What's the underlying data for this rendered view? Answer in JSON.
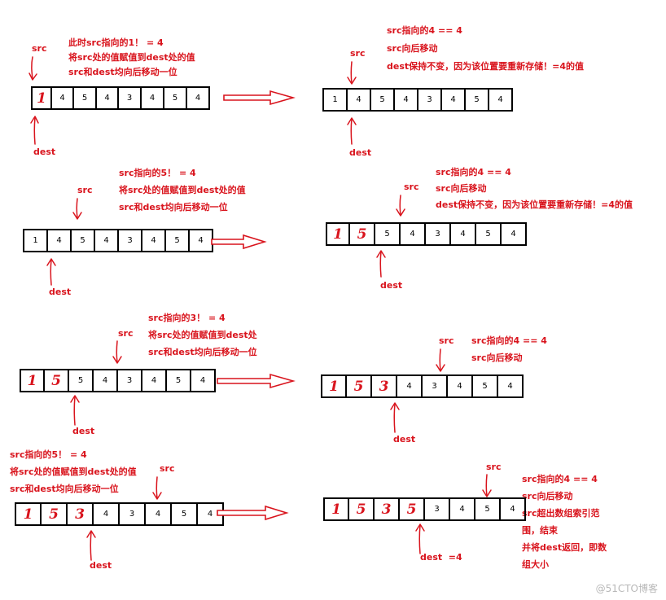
{
  "steps": [
    {
      "src_label": "src",
      "dest_label": "dest",
      "note_lines": [
        "此时src指向的1！ = 4",
        "将src处的值赋值到dest处的值",
        "src和dest均向后移动一位"
      ],
      "cells": [
        "1",
        "4",
        "5",
        "4",
        "3",
        "4",
        "5",
        "4"
      ]
    },
    {
      "src_label": "src",
      "dest_label": "dest",
      "note_lines": [
        "src指向的4 == 4",
        "src向后移动",
        "dest保持不变，因为该位置要重新存储！=4的值"
      ],
      "cells": [
        "1",
        "4",
        "5",
        "4",
        "3",
        "4",
        "5",
        "4"
      ]
    },
    {
      "src_label": "src",
      "dest_label": "dest",
      "note_lines": [
        "src指向的5！ = 4",
        "将src处的值赋值到dest处的值",
        "src和dest均向后移动一位"
      ],
      "cells": [
        "1",
        "4",
        "5",
        "4",
        "3",
        "4",
        "5",
        "4"
      ]
    },
    {
      "src_label": "src",
      "dest_label": "dest",
      "note_lines": [
        "src指向的4 == 4",
        "src向后移动",
        "dest保持不变，因为该位置要重新存储！=4的值"
      ],
      "cells": [
        "1",
        "5",
        "5",
        "4",
        "3",
        "4",
        "5",
        "4"
      ]
    },
    {
      "src_label": "src",
      "dest_label": "dest",
      "note_lines": [
        "src指向的3！ = 4",
        "将src处的值赋值到dest处",
        "src和dest均向后移动一位"
      ],
      "cells": [
        "1",
        "5",
        "5",
        "4",
        "3",
        "4",
        "5",
        "4"
      ]
    },
    {
      "src_label": "src",
      "dest_label": "dest",
      "note_lines": [
        "src指向的4 == 4",
        "src向后移动"
      ],
      "cells": [
        "1",
        "5",
        "3",
        "4",
        "3",
        "4",
        "5",
        "4"
      ]
    },
    {
      "src_label": "src",
      "dest_label": "dest",
      "note_lines": [
        "src指向的5！ = 4",
        "将src处的值赋值到dest处的值",
        "src和dest均向后移动一位"
      ],
      "cells": [
        "1",
        "5",
        "3",
        "4",
        "3",
        "4",
        "5",
        "4"
      ]
    },
    {
      "src_label": "src",
      "dest_label": "dest  =4",
      "note_lines": [
        "src指向的4 == 4",
        "src向后移动",
        " src超出数组索引范",
        "围，结束",
        " 并将dest返回，即数",
        "组大小"
      ],
      "cells": [
        "1",
        "5",
        "3",
        "5",
        "3",
        "4",
        "5",
        "4"
      ]
    }
  ],
  "watermark": "@51CTO博客"
}
